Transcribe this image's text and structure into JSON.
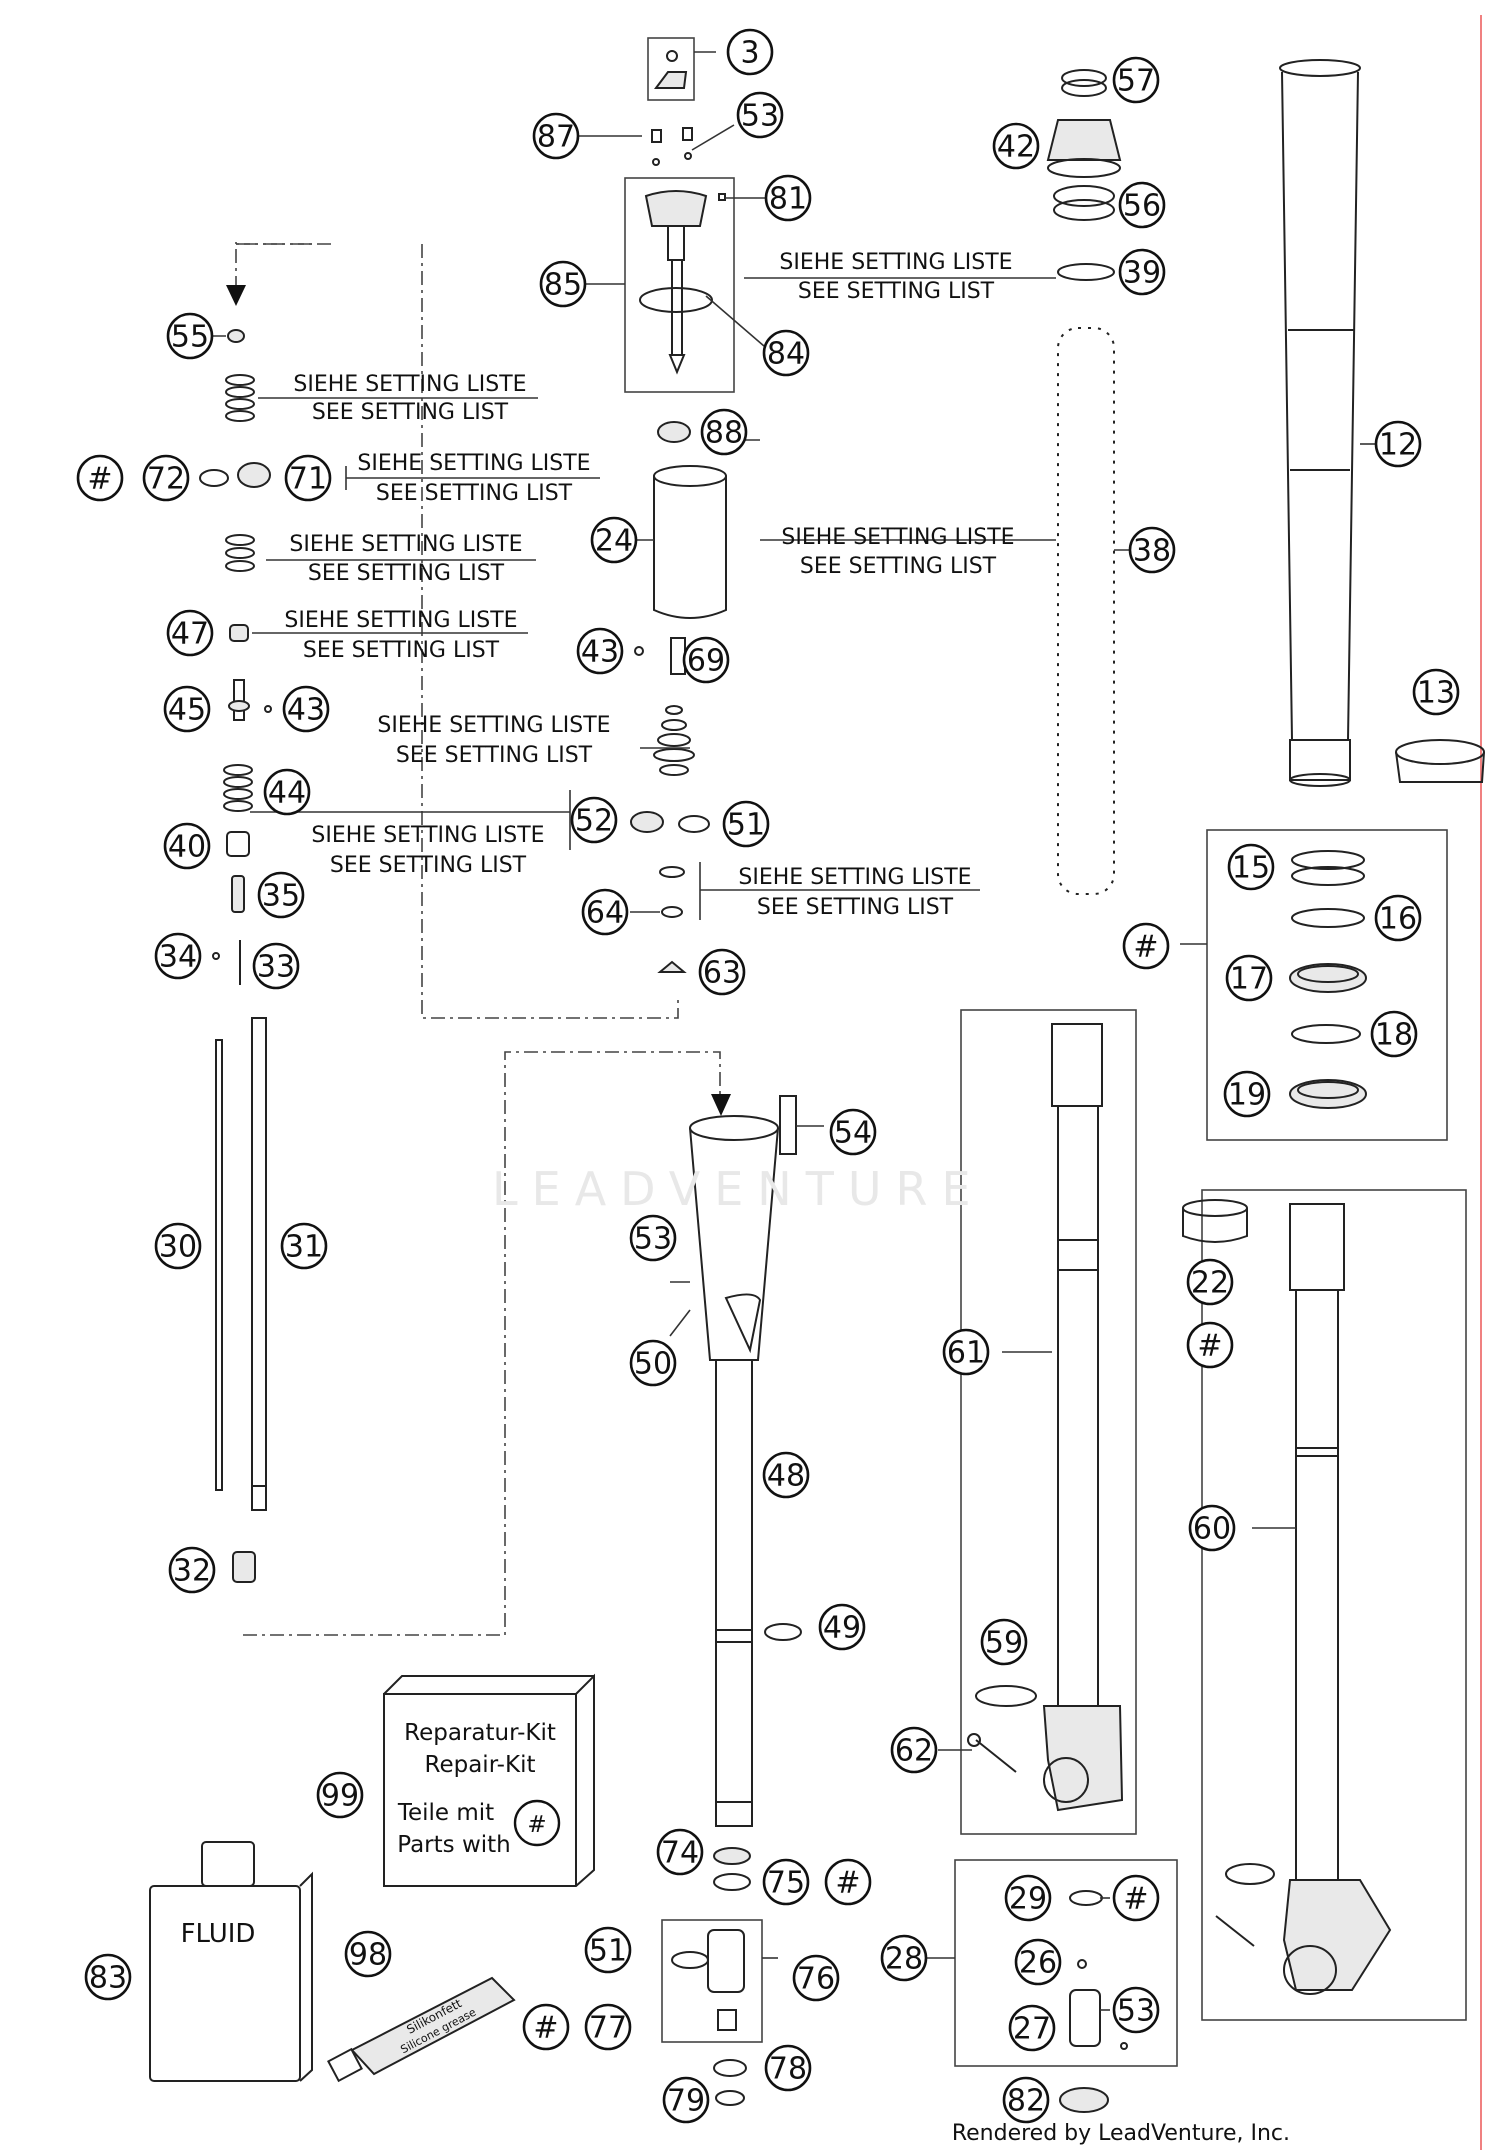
{
  "diagram": {
    "callouts": [
      {
        "label": "3"
      },
      {
        "label": "87"
      },
      {
        "label": "53"
      },
      {
        "label": "81"
      },
      {
        "label": "85"
      },
      {
        "label": "84"
      },
      {
        "label": "55"
      },
      {
        "label": "#"
      },
      {
        "label": "72"
      },
      {
        "label": "71"
      },
      {
        "label": "47"
      },
      {
        "label": "45"
      },
      {
        "label": "43"
      },
      {
        "label": "44"
      },
      {
        "label": "40"
      },
      {
        "label": "35"
      },
      {
        "label": "34"
      },
      {
        "label": "33"
      },
      {
        "label": "30"
      },
      {
        "label": "31"
      },
      {
        "label": "32"
      },
      {
        "label": "88"
      },
      {
        "label": "24"
      },
      {
        "label": "43"
      },
      {
        "label": "69"
      },
      {
        "label": "52"
      },
      {
        "label": "51"
      },
      {
        "label": "64"
      },
      {
        "label": "63"
      },
      {
        "label": "57"
      },
      {
        "label": "42"
      },
      {
        "label": "56"
      },
      {
        "label": "39"
      },
      {
        "label": "38"
      },
      {
        "label": "12"
      },
      {
        "label": "13"
      },
      {
        "label": "15"
      },
      {
        "label": "16"
      },
      {
        "label": "17"
      },
      {
        "label": "18"
      },
      {
        "label": "19"
      },
      {
        "label": "#"
      },
      {
        "label": "54"
      },
      {
        "label": "53"
      },
      {
        "label": "50"
      },
      {
        "label": "48"
      },
      {
        "label": "49"
      },
      {
        "label": "61"
      },
      {
        "label": "22"
      },
      {
        "label": "#"
      },
      {
        "label": "60"
      },
      {
        "label": "59"
      },
      {
        "label": "62"
      },
      {
        "label": "99"
      },
      {
        "label": "74"
      },
      {
        "label": "75"
      },
      {
        "label": "#"
      },
      {
        "label": "51"
      },
      {
        "label": "76"
      },
      {
        "label": "#"
      },
      {
        "label": "77"
      },
      {
        "label": "78"
      },
      {
        "label": "79"
      },
      {
        "label": "83"
      },
      {
        "label": "98"
      },
      {
        "label": "28"
      },
      {
        "label": "29"
      },
      {
        "label": "#"
      },
      {
        "label": "26"
      },
      {
        "label": "27"
      },
      {
        "label": "53"
      },
      {
        "label": "82"
      }
    ],
    "setting_notes": [
      {
        "de": "SIEHE SETTING LISTE",
        "en": "SEE SETTING LIST"
      },
      {
        "de": "SIEHE SETTING LISTE",
        "en": "SEE SETTING LIST"
      },
      {
        "de": "SIEHE SETTING LISTE",
        "en": "SEE SETTING LIST"
      },
      {
        "de": "SIEHE SETTING LISTE",
        "en": "SEE SETTING LIST"
      },
      {
        "de": "SIEHE SETTING LISTE",
        "en": "SEE SETTING LIST"
      },
      {
        "de": "SIEHE SETTING LISTE",
        "en": "SEE SETTING LIST"
      },
      {
        "de": "SIEHE SETTING LISTE",
        "en": "SEE SETTING LIST"
      },
      {
        "de": "SIEHE SETTING LISTE",
        "en": "SEE SETTING LIST"
      },
      {
        "de": "SIEHE SETTING LISTE",
        "en": "SEE SETTING LIST"
      }
    ],
    "repair_kit": {
      "line1": "Reparatur-Kit",
      "line2": "Repair-Kit",
      "line3": "Teile mit",
      "line4": "Parts with",
      "symbol": "#"
    },
    "fluid_label": "FLUID",
    "grease_label": "Silikonfett",
    "grease_sublabel": "Silicone grease",
    "watermark": "LEADVENTURE",
    "credit": "Rendered by LeadVenture, Inc.",
    "accent_line_color": "#f08080"
  }
}
